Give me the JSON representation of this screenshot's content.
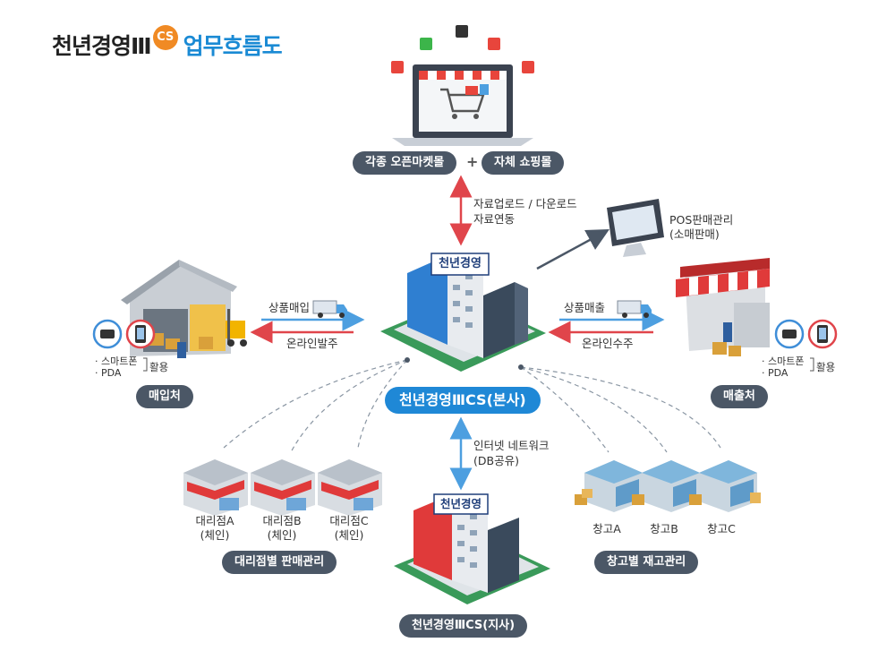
{
  "title": {
    "part1": "천년경영Ⅲ",
    "badge": "CS",
    "part2": "업무흐름도"
  },
  "shopping": {
    "open_market": "각종 오픈마켓몰",
    "plus": "+",
    "own_mall": "자체 쇼핑몰"
  },
  "link_top": {
    "line1": "자료업로드 / 다운로드",
    "line2": "자료연동"
  },
  "pos": {
    "line1": "POS판매관리",
    "line2": "(소매판매)"
  },
  "hq": {
    "sign": "천년경영",
    "label": "천년경영ⅢCS(본사)"
  },
  "branch": {
    "sign": "천년경영",
    "label": "천년경영ⅢCS(지사)"
  },
  "supplier": {
    "label": "매입처",
    "arrow_right": "상품매입",
    "arrow_left": "온라인발주",
    "device1": "스마트폰",
    "device2": "PDA",
    "use": "활용"
  },
  "customer": {
    "label": "매출처",
    "arrow_right": "상품매출",
    "arrow_left": "온라인수주",
    "device1": "스마트폰",
    "device2": "PDA",
    "use": "활용"
  },
  "network": {
    "line1": "인터넷 네트워크",
    "line2": "(DB공유)"
  },
  "agencies": {
    "label": "대리점별 판매관리",
    "items": [
      {
        "name": "대리점A",
        "sub": "(체인)"
      },
      {
        "name": "대리점B",
        "sub": "(체인)"
      },
      {
        "name": "대리점C",
        "sub": "(체인)"
      }
    ]
  },
  "warehouses": {
    "label": "창고별 재고관리",
    "items": [
      {
        "name": "창고A"
      },
      {
        "name": "창고B"
      },
      {
        "name": "창고C"
      }
    ]
  },
  "colors": {
    "accent": "#1f88d6",
    "pill": "#4b5766",
    "arrow_red": "#e0454b",
    "arrow_blue": "#4d9fe0",
    "orange": "#f08a24"
  }
}
